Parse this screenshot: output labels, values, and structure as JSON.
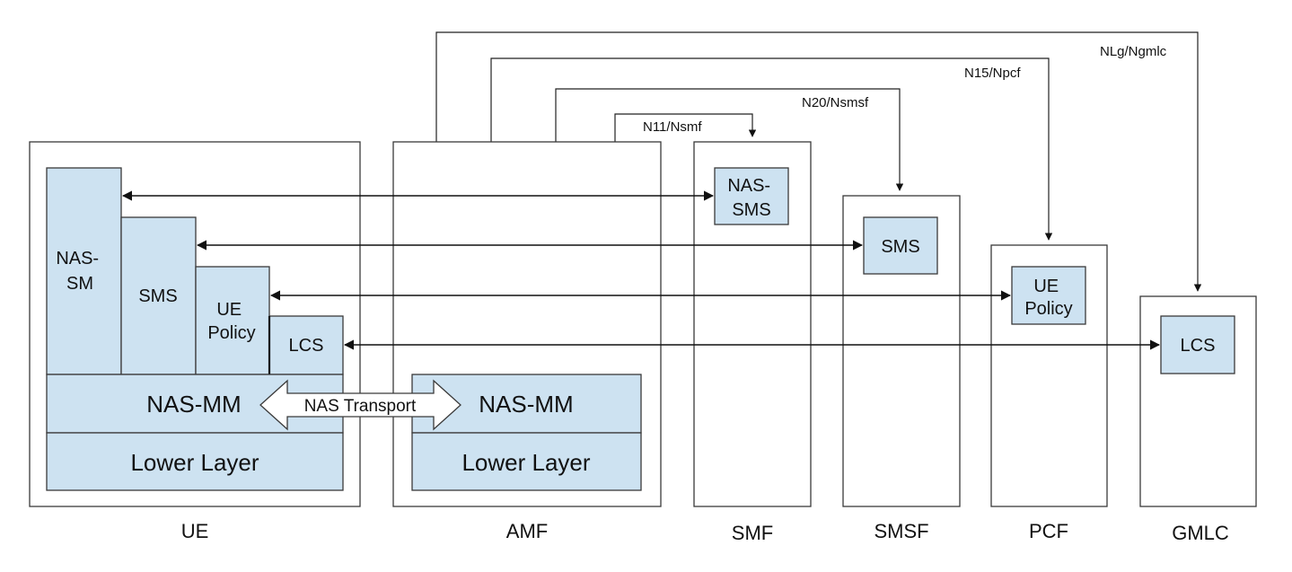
{
  "entities": {
    "ue": "UE",
    "amf": "AMF",
    "smf": "SMF",
    "smsf": "SMSF",
    "pcf": "PCF",
    "gmlc": "GMLC"
  },
  "ue_stack": {
    "nas_sm": [
      "NAS-",
      "SM"
    ],
    "sms": "SMS",
    "ue_policy": [
      "UE",
      "Policy"
    ],
    "lcs": "LCS",
    "nas_mm": "NAS-MM",
    "lower_layer": "Lower Layer"
  },
  "amf_stack": {
    "nas_mm": "NAS-MM",
    "lower_layer": "Lower Layer"
  },
  "peer_layers": {
    "smf_nas_sms": [
      "NAS-",
      "SMS"
    ],
    "smsf_sms": "SMS",
    "pcf_ue_policy": [
      "UE",
      "Policy"
    ],
    "gmlc_lcs": "LCS"
  },
  "transport": "NAS Transport",
  "interfaces": {
    "smf": "N11/Nsmf",
    "smsf": "N20/Nsmsf",
    "pcf": "N15/Npcf",
    "gmlc": "NLg/Ngmlc"
  }
}
